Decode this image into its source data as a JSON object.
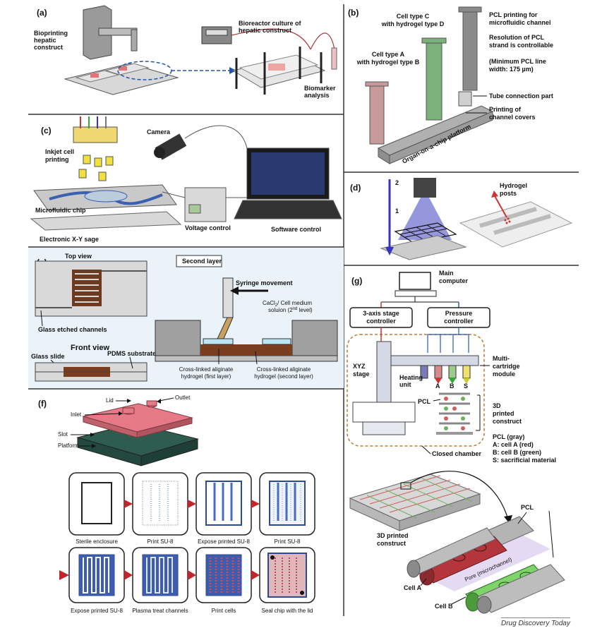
{
  "panels": {
    "a": {
      "label": "(a)",
      "biopr": [
        "Bioprinting",
        "hepatic",
        "construct"
      ],
      "bioreactor": [
        "Bioreactor culture of",
        "hepatic construct"
      ],
      "biomarker": [
        "Biomarker",
        "analysis"
      ]
    },
    "b": {
      "label": "(b)",
      "cellC": [
        "Cell type C",
        "with hydrogel type D"
      ],
      "pcl": [
        "PCL printing for",
        "microfluidic channel"
      ],
      "res": [
        "Resolution of PCL",
        "strand is controllable"
      ],
      "minw": [
        "(Minimum PCL line",
        "width: 175 µm)"
      ],
      "cellA": [
        "Cell type A",
        "with hydrogel type B"
      ],
      "tube": "Tube connection part",
      "cover": [
        "Printing of",
        "channel covers"
      ],
      "platform": "Organ-on-a-chip platform"
    },
    "c": {
      "label": "(c)",
      "camera": "Camera",
      "inkjet": [
        "Inkjet cell",
        "printing"
      ],
      "chip": "Microfluidic chip",
      "voltage": "Voltage control",
      "software": "Software control",
      "xy": "Electronic X-Y sage"
    },
    "d": {
      "label": "(d)",
      "hposts": [
        "Hydrogel",
        "posts"
      ],
      "n1": "1",
      "n2": "2"
    },
    "e": {
      "label": "(e)",
      "top": "Top view",
      "glass": "Glass etched channels",
      "front": "Front view",
      "slide": "Glass slide",
      "pdms": "PDMS substrate",
      "second": "Second layer",
      "syringe": "Syringe movement",
      "cacl": [
        "CaCl",
        "/ Cell medium",
        "soluion (2",
        "nd",
        " level)"
      ],
      "cross1": [
        "Cross-linked aliginate",
        "hydrogel (first layer)"
      ],
      "cross2": [
        "Cross-linked aliginate",
        "hydrogel (second layer)"
      ]
    },
    "f": {
      "label": "(f)",
      "lid": "Lid",
      "outlet": "Outlet",
      "inlet": "Inlet",
      "slot": "Slot",
      "platform": "Platform",
      "steps": [
        "Sterile enclosure",
        "Print SU-8",
        "Expose printed SU-8",
        "Print SU-8",
        "Expose printed SU-8",
        "Plasma treat channels",
        "Print cells",
        "Seal chip with the lid"
      ]
    },
    "g": {
      "label": "(g)",
      "main": [
        "Main",
        "computer"
      ],
      "stage": [
        "3-axis stage",
        "controller"
      ],
      "pressure": [
        "Pressure",
        "controller"
      ],
      "xyz": [
        "XYZ",
        "stage"
      ],
      "heating": [
        "Heating",
        "unit"
      ],
      "multi": [
        "Multi-",
        "cartridge",
        "module"
      ],
      "letters": [
        "A",
        "B",
        "S"
      ],
      "pcl": "PCL",
      "printed": [
        "3D",
        "printed",
        "construct"
      ],
      "legend": [
        "PCL (gray)",
        "A: cell A (red)",
        "B: cell B (green)",
        "S: sacrificial material"
      ],
      "closed": "Closed chamber",
      "construct": [
        "3D printed",
        "construct"
      ],
      "pclb": "PCL",
      "cellA": "Cell A",
      "cellB": "Cell B",
      "pore": "Pore (microchannel)"
    }
  },
  "footer": "Drug Discovery Today"
}
